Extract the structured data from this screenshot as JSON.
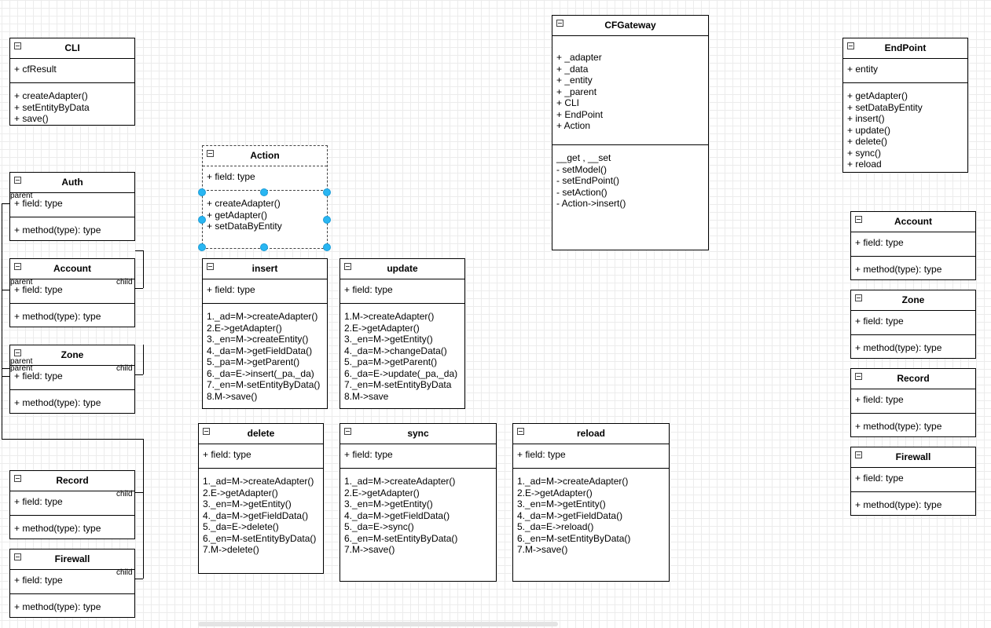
{
  "classes": [
    {
      "id": "cli",
      "title": "CLI",
      "attributes": [
        "+ cfResult"
      ],
      "methods": [
        "+ createAdapter()",
        "+ setEntityByData",
        "+ save()"
      ]
    },
    {
      "id": "auth",
      "title": "Auth",
      "attributes": [
        "+ field: type"
      ],
      "methods": [
        "+ method(type): type"
      ]
    },
    {
      "id": "account-left",
      "title": "Account",
      "attributes": [
        "+ field: type"
      ],
      "methods": [
        "+ method(type): type"
      ]
    },
    {
      "id": "zone-left",
      "title": "Zone",
      "attributes": [
        "+ field: type"
      ],
      "methods": [
        "+ method(type): type"
      ]
    },
    {
      "id": "record-left",
      "title": "Record",
      "attributes": [
        "+ field: type"
      ],
      "methods": [
        "+ method(type): type"
      ]
    },
    {
      "id": "firewall-left",
      "title": "Firewall",
      "attributes": [
        "+ field: type"
      ],
      "methods": [
        "+ method(type): type"
      ]
    },
    {
      "id": "action",
      "title": "Action",
      "attributes": [
        "+ field: type"
      ],
      "methods": [
        "+ createAdapter()",
        "+ getAdapter()",
        "+ setDataByEntity"
      ]
    },
    {
      "id": "insert",
      "title": "insert",
      "attributes": [
        "+ field: type"
      ],
      "methods": [
        "1._ad=M->createAdapter()",
        "2.E->getAdapter()",
        "3._en=M->createEntity()",
        "4._da=M->getFieldData()",
        "5._pa=M->getParent()",
        "6._da=E->insert(_pa,_da)",
        "7._en=M-setEntityByData()",
        "8.M->save()"
      ]
    },
    {
      "id": "update",
      "title": "update",
      "attributes": [
        "+ field: type"
      ],
      "methods": [
        "1.M->createAdapter()",
        "2.E->getAdapter()",
        "3._en=M->getEntity()",
        "4._da=M->changeData()",
        "5._pa=M->getParent()",
        "6._da=E->update(_pa,_da)",
        "7._en=M-setEntityByData",
        "8.M->save"
      ]
    },
    {
      "id": "delete",
      "title": "delete",
      "attributes": [
        "+ field: type"
      ],
      "methods": [
        "1._ad=M->createAdapter()",
        "2.E->getAdapter()",
        "3._en=M->getEntity()",
        "4._da=M->getFieldData()",
        "5._da=E->delete()",
        "6._en=M-setEntityByData()",
        "7.M->delete()"
      ]
    },
    {
      "id": "sync",
      "title": "sync",
      "attributes": [
        "+ field: type"
      ],
      "methods": [
        "1._ad=M->createAdapter()",
        "2.E->getAdapter()",
        "3._en=M->getEntity()",
        "4._da=M->getFieldData()",
        "5._da=E->sync()",
        "6._en=M-setEntityByData()",
        "7.M->save()"
      ]
    },
    {
      "id": "reload",
      "title": "reload",
      "attributes": [
        "+ field: type"
      ],
      "methods": [
        "1._ad=M->createAdapter()",
        "2.E->getAdapter()",
        "3._en=M->getEntity()",
        "4._da=M->getFieldData()",
        "5._da=E->reload()",
        "6._en=M-setEntityByData()",
        "7.M->save()"
      ]
    },
    {
      "id": "cfgateway",
      "title": "CFGateway",
      "attributes": [
        "+ _adapter",
        "+ _data",
        "+ _entity",
        "+ _parent",
        "+ CLI",
        "+ EndPoint",
        "+ Action"
      ],
      "methods": [
        "__get , __set",
        "- setModel()",
        "- setEndPoint()",
        "- setAction()",
        "- Action->insert()"
      ]
    },
    {
      "id": "endpoint",
      "title": "EndPoint",
      "attributes": [
        "+  entity"
      ],
      "methods": [
        "+ getAdapter()",
        "+ setDataByEntity",
        "+ insert()",
        "+ update()",
        "+ delete()",
        "+ sync()",
        "+ reload"
      ]
    },
    {
      "id": "account-right",
      "title": "Account",
      "attributes": [
        "+ field: type"
      ],
      "methods": [
        "+ method(type): type"
      ]
    },
    {
      "id": "zone-right",
      "title": "Zone",
      "attributes": [
        "+ field: type"
      ],
      "methods": [
        "+ method(type): type"
      ]
    },
    {
      "id": "record-right",
      "title": "Record",
      "attributes": [
        "+ field: type"
      ],
      "methods": [
        "+ method(type): type"
      ]
    },
    {
      "id": "firewall-right",
      "title": "Firewall",
      "attributes": [
        "+ field: type"
      ],
      "methods": [
        "+ method(type): type"
      ]
    }
  ],
  "edge_labels": {
    "parent": "parent",
    "child": "child"
  }
}
